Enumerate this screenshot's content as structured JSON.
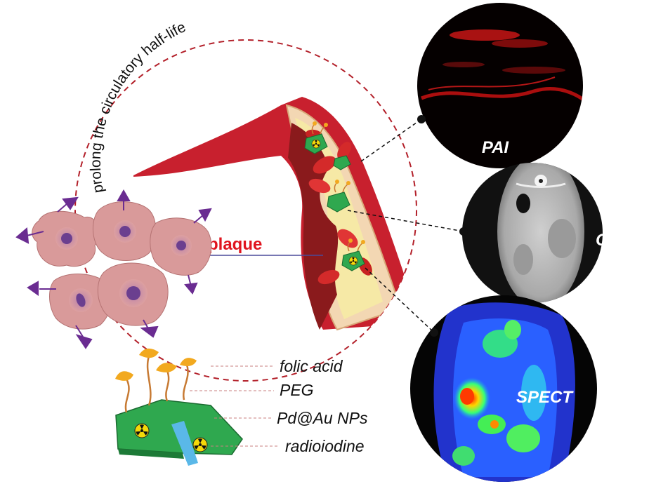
{
  "diagram": {
    "arc_text": "prolong the circulatory half-life",
    "plaque_label": "plaque",
    "modalities": [
      {
        "name": "PAI",
        "text_color": "#ffffff"
      },
      {
        "name": "CT",
        "text_color": "#ffffff"
      },
      {
        "name": "SPECT",
        "text_color": "#ffffff"
      }
    ],
    "components": [
      {
        "label": "folic acid"
      },
      {
        "label": "PEG"
      },
      {
        "label": "Pd@Au NPs"
      },
      {
        "label": "radioiodine"
      }
    ],
    "colors": {
      "dashed_circle": "#b3202a",
      "vessel_wall": "#c8202e",
      "plaque": "#f6e9a6",
      "nanoparticle": "#2fa84f",
      "radiation_symbol": "#f5d90a",
      "cell_body": "#d99a9a",
      "cell_nucleus": "#6b3f8f",
      "receptor": "#6a2c91",
      "folic_acid": "#f2a91f",
      "peg": "#c77a33",
      "leader_line": "#c97f7f"
    },
    "icons": [
      "radiation-icon",
      "receptor-icon",
      "cell-icon"
    ]
  }
}
